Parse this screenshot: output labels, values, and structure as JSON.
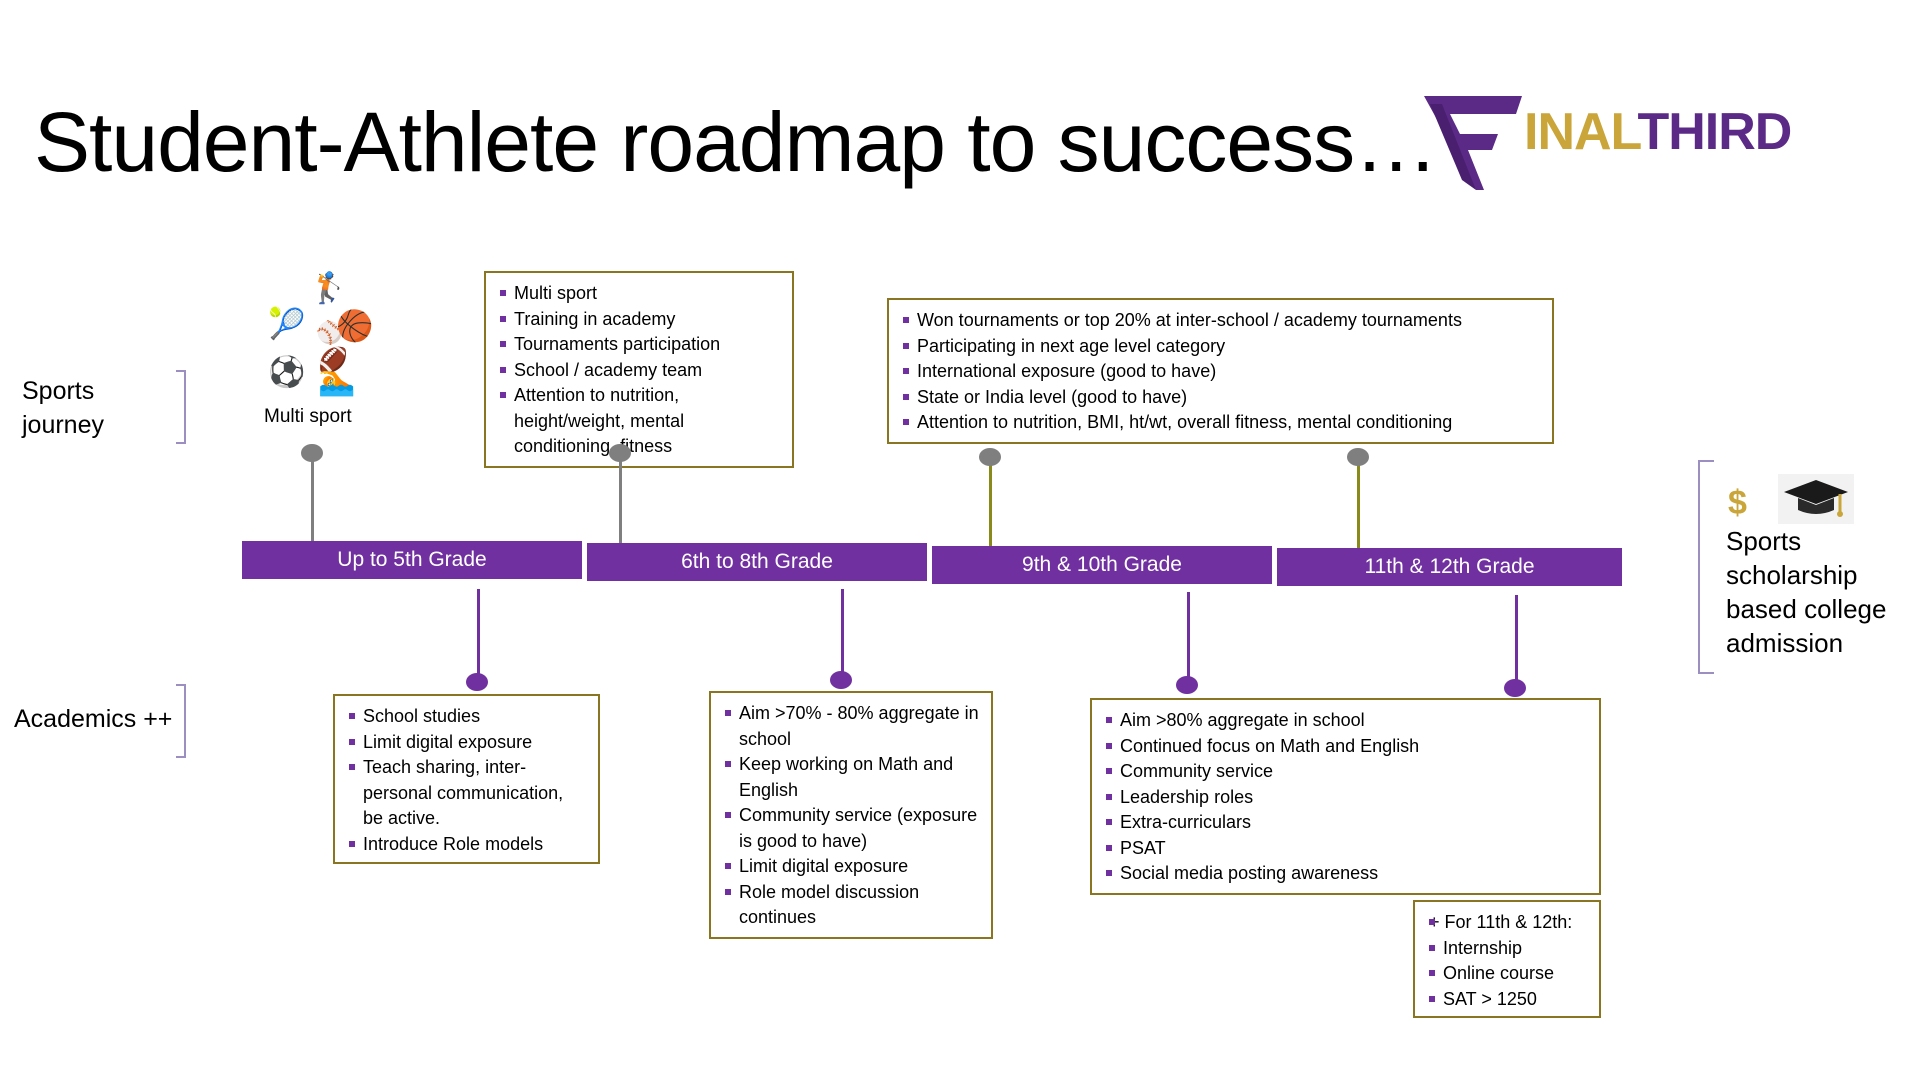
{
  "title": "Student-Athlete roadmap to success…",
  "logo": {
    "part1": "INAL",
    "part2": "THIRD",
    "gold": "#c9a53a",
    "purple": "#5b2a86"
  },
  "colors": {
    "accent": "#7030a0",
    "box_border": "#8a7520",
    "pin_gray": "#7f7f7f",
    "stem_olive": "#8a8a1a"
  },
  "side_labels": {
    "sports": "Sports\njourney",
    "academics": "Academics ++"
  },
  "multi_sport": {
    "icons": [
      "golf-icon",
      "tennis-icon",
      "baseball-icon",
      "basketball-icon",
      "soccer-icon",
      "football-icon",
      "swimming-icon"
    ],
    "label": "Multi sport"
  },
  "segments": [
    "Up to 5th Grade",
    "6th to 8th Grade",
    "9th & 10th Grade",
    "11th & 12th Grade"
  ],
  "sports_boxes": {
    "grade_6_8": [
      "Multi sport",
      "Training in academy",
      "Tournaments participation",
      "School / academy team",
      "Attention to nutrition, height/weight, mental conditioning, fitness"
    ],
    "grade_9_12": [
      "Won tournaments or top 20% at inter-school / academy tournaments",
      "Participating in next age level category",
      "International exposure (good to have)",
      "State or India level (good to have)",
      "Attention to nutrition, BMI, ht/wt, overall fitness, mental conditioning"
    ]
  },
  "academic_boxes": {
    "grade_up_to_5": [
      "School studies",
      "Limit digital exposure",
      "Teach sharing, inter-personal communication, be active.",
      "Introduce Role models"
    ],
    "grade_6_8": [
      "Aim >70% - 80% aggregate in school",
      "Keep working on Math and English",
      "Community service (exposure is good to have)",
      "Limit digital exposure",
      "Role model discussion continues"
    ],
    "grade_9_12": [
      "Aim >80% aggregate in school",
      "Continued focus on Math and English",
      "Community service",
      "Leadership roles",
      "Extra-curriculars",
      "PSAT",
      "Social media posting awareness"
    ],
    "extra": {
      "heading": "+ For 11th & 12th:",
      "items": [
        "Internship",
        "Online course",
        "SAT > 1250"
      ]
    }
  },
  "outcome": {
    "icons": [
      "dollar-icon",
      "graduation-cap-icon"
    ],
    "text": "Sports scholarship based college admission"
  }
}
